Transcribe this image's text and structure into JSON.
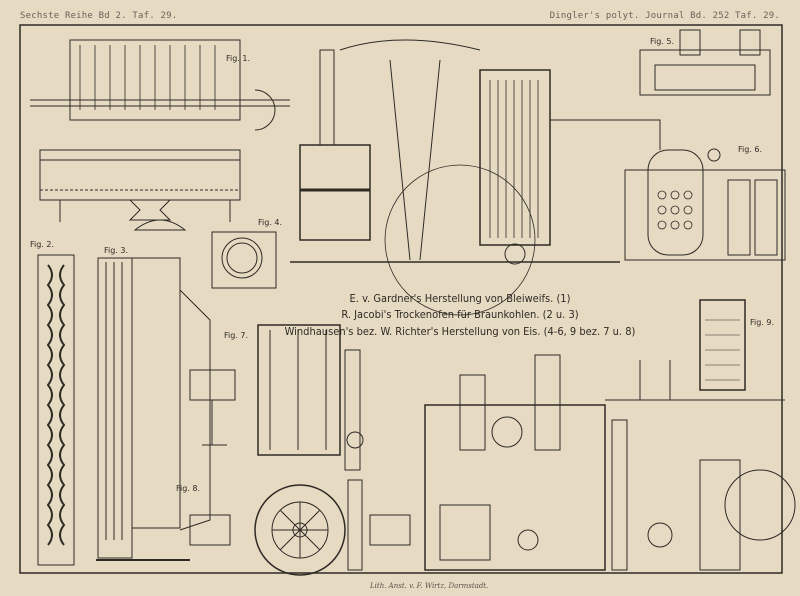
{
  "header": {
    "left": "Sechste Reihe Bd 2. Taf. 29.",
    "right": "Dingler's polyt. Journal Bd. 252 Taf. 29."
  },
  "titles": [
    "E. v. Gardner's Herstellung von Bleiweifs. (1)",
    "R. Jacobi's Trockenofen für Braunkohlen. (2 u. 3)",
    "Windhausen's bez. W. Richter's Herstellung von Eis. (4-6, 9 bez. 7 u. 8)"
  ],
  "figures": [
    "Fig. 1.",
    "Fig. 2.",
    "Fig. 3.",
    "Fig. 4.",
    "Fig. 5.",
    "Fig. 6.",
    "Fig. 7.",
    "Fig. 8.",
    "Fig. 9."
  ],
  "imprint": "Lith. Anst. v. F. Wirtz, Darmstadt.",
  "colors": {
    "paper": "#e6dac3",
    "ink": "#2e2a24"
  }
}
